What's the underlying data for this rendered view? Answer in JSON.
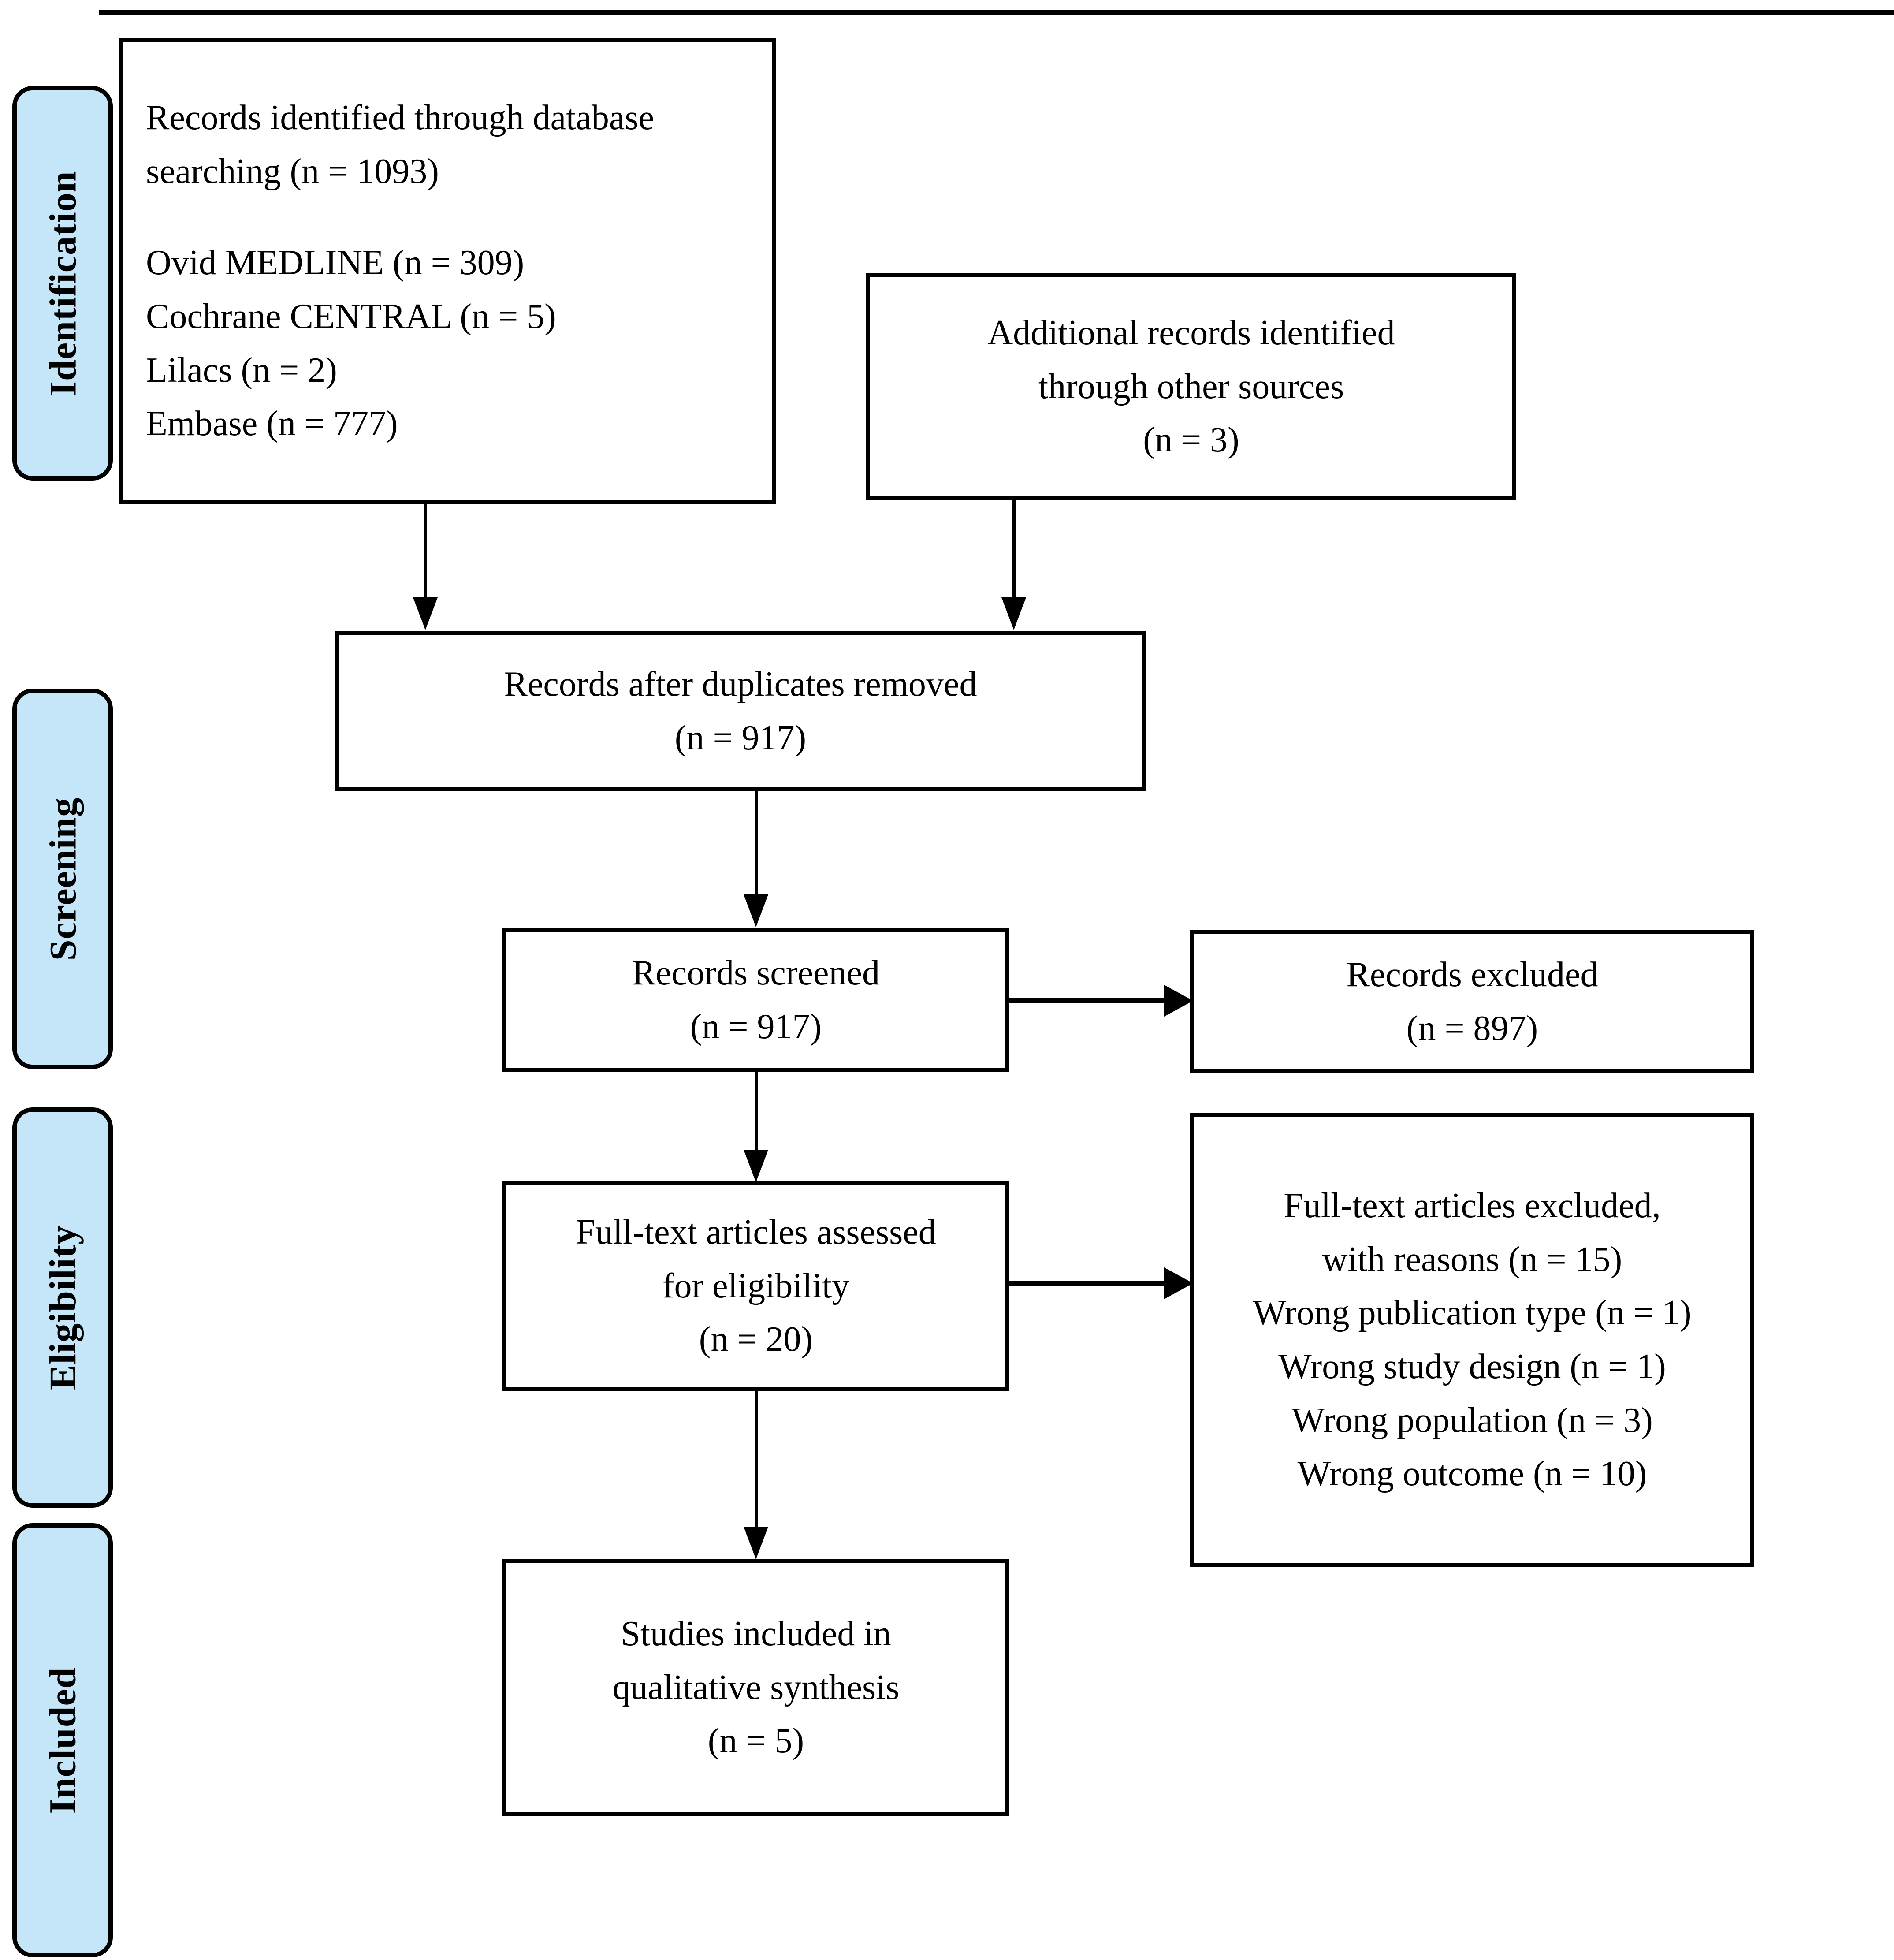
{
  "diagram": {
    "type": "prisma-flow-diagram",
    "stages": [
      {
        "id": "identification",
        "label": "Identification"
      },
      {
        "id": "screening",
        "label": "Screening"
      },
      {
        "id": "eligibility",
        "label": "Eligibility"
      },
      {
        "id": "included",
        "label": "Included"
      }
    ],
    "colors": {
      "stage_chip_fill": "#c5e6f8",
      "stage_chip_border": "#000000",
      "box_fill": "#ffffff",
      "box_border": "#000000",
      "text": "#000000"
    },
    "boxes": {
      "database_search": {
        "lines": [
          "Records identified through database",
          "searching (n = 1093)",
          "",
          "Ovid MEDLINE (n = 309)",
          "Cochrane CENTRAL (n = 5)",
          "Lilacs (n = 2)",
          "Embase (n = 777)"
        ]
      },
      "other_sources": {
        "lines": [
          "Additional records identified",
          "through other sources",
          "(n = 3)"
        ]
      },
      "duplicates_removed": {
        "lines": [
          "Records after duplicates removed",
          "(n = 917)"
        ]
      },
      "records_screened": {
        "lines": [
          "Records screened",
          "(n = 917)"
        ]
      },
      "records_excluded": {
        "lines": [
          "Records excluded",
          "(n = 897)"
        ]
      },
      "fulltext_assessed": {
        "lines": [
          "Full-text articles assessed",
          "for eligibility",
          "(n = 20)"
        ]
      },
      "fulltext_excluded": {
        "lines": [
          "Full-text articles excluded,",
          "with reasons (n = 15)",
          "Wrong publication type (n = 1)",
          "Wrong study design (n = 1)",
          "Wrong population (n = 3)",
          "Wrong outcome (n = 10)"
        ]
      },
      "studies_included": {
        "lines": [
          "Studies included in",
          "qualitative synthesis",
          "(n = 5)"
        ]
      }
    },
    "counts": {
      "records_database_total": 1093,
      "ovid_medline": 309,
      "cochrane_central": 5,
      "lilacs": 2,
      "embase": 777,
      "other_sources": 3,
      "after_duplicates": 917,
      "screened": 917,
      "excluded_at_screening": 897,
      "fulltext_assessed": 20,
      "fulltext_excluded": 15,
      "wrong_publication_type": 1,
      "wrong_study_design": 1,
      "wrong_population": 3,
      "wrong_outcome": 10,
      "studies_included": 5
    }
  }
}
